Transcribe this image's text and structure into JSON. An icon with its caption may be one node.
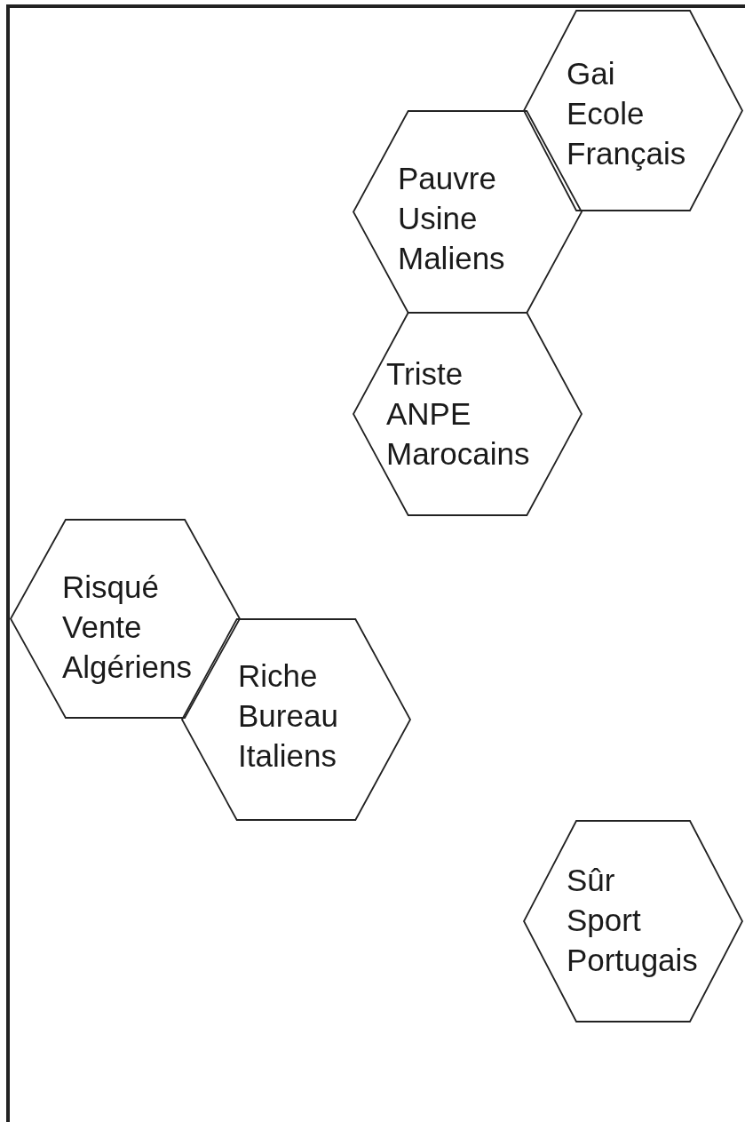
{
  "diagram": {
    "nodes": [
      {
        "text": [
          "Gai",
          "Ecole",
          "Français"
        ]
      },
      {
        "text": [
          "Pauvre",
          "Usine",
          "Maliens"
        ]
      },
      {
        "text": [
          "Triste",
          "ANPE",
          "Marocains"
        ]
      },
      {
        "text": [
          "Risqué",
          "Vente",
          "Algériens"
        ]
      },
      {
        "text": [
          "Riche",
          "Bureau",
          "Italiens"
        ]
      },
      {
        "text": [
          "Sûr",
          "Sport",
          "Portugais"
        ]
      }
    ]
  }
}
